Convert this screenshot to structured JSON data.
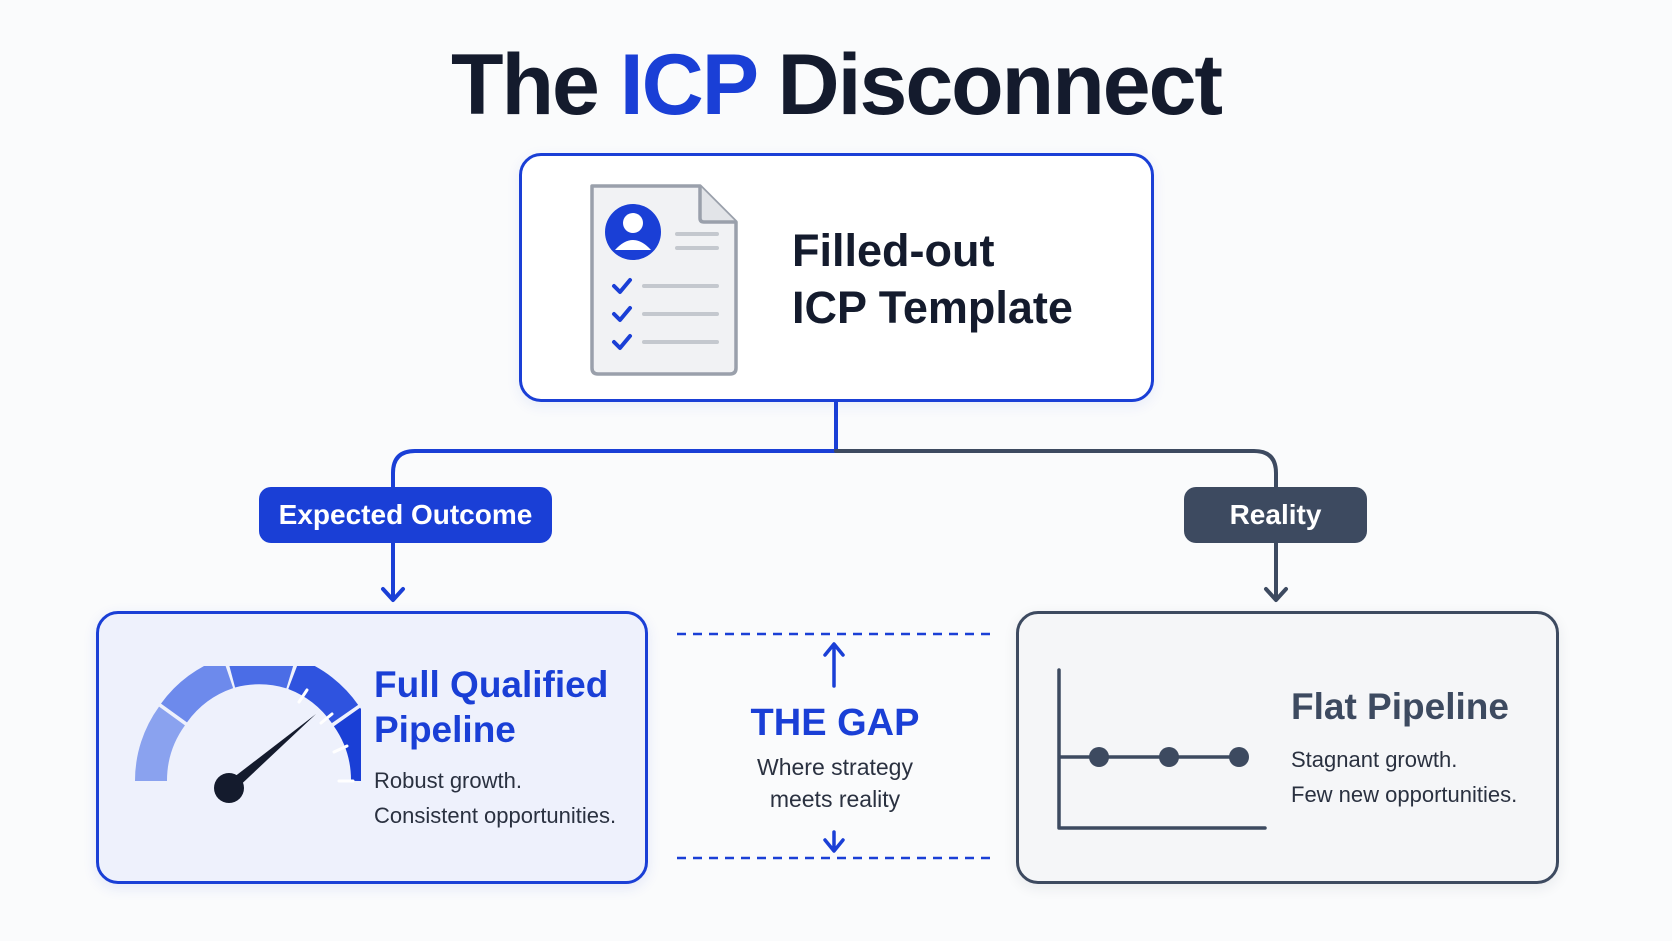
{
  "title": {
    "prefix": "The",
    "highlight": "ICP",
    "suffix": "Disconnect"
  },
  "template_box": {
    "line1": "Filled-out",
    "line2": "ICP Template",
    "icon": "document-profile-icon"
  },
  "labels": {
    "expected": "Expected Outcome",
    "reality": "Reality"
  },
  "expected_card": {
    "title_line1": "Full Qualified",
    "title_line2": "Pipeline",
    "sub_line1": "Robust growth.",
    "sub_line2": "Consistent opportunities.",
    "icon": "speedometer-icon"
  },
  "reality_card": {
    "title": "Flat Pipeline",
    "sub_line1": "Stagnant growth.",
    "sub_line2": "Few new opportunities.",
    "icon": "flat-line-chart-icon"
  },
  "gap": {
    "title": "THE GAP",
    "sub_line1": "Where strategy",
    "sub_line2": "meets reality"
  },
  "colors": {
    "accent": "#1a3fd6",
    "slate": "#3d4a60",
    "dark_text": "#141b2d",
    "background": "#fafbfc"
  }
}
